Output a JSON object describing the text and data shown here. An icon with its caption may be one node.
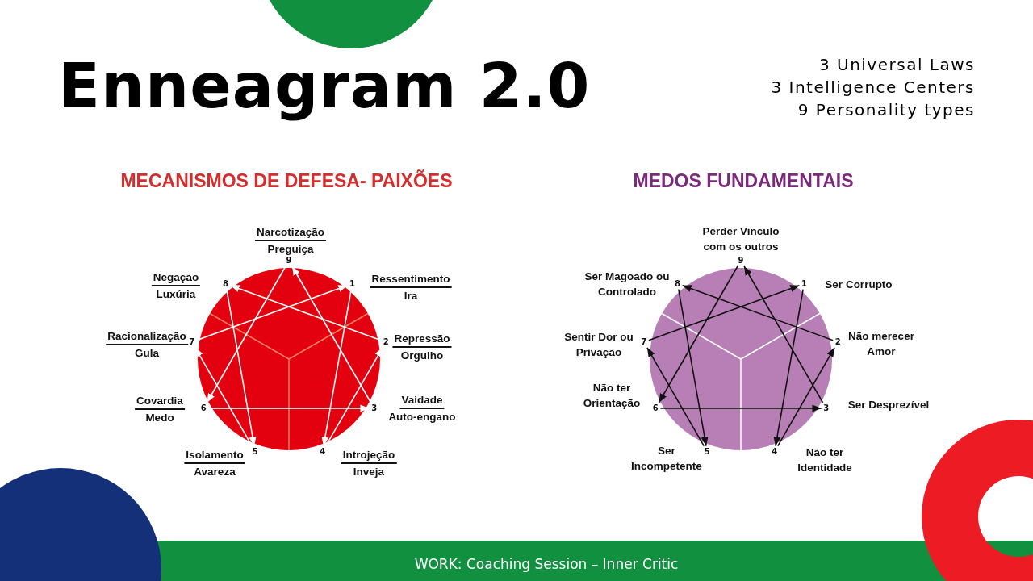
{
  "diagram": {
    "title": "Enneagram 2.0",
    "nodes": [
      {
        "text": [
          "9"
        ],
        "beside": [
          "Narcotização",
          "Preguiça"
        ]
      },
      {
        "text": [
          "1"
        ],
        "beside": [
          "Ressentimento",
          "Ira"
        ]
      },
      {
        "text": [
          "2"
        ],
        "beside": [
          "Repressão",
          "Orgulho"
        ]
      },
      {
        "text": [
          "3"
        ],
        "beside": [
          "Vaidade",
          "Auto-engano"
        ]
      },
      {
        "text": [
          "4"
        ],
        "beside": [
          "Introjeção",
          "Inveja"
        ]
      },
      {
        "text": [
          "5"
        ],
        "beside": [
          "Isolamento",
          "Avareza"
        ]
      },
      {
        "text": [
          "6"
        ],
        "beside": [
          "Covardia",
          "Medo"
        ]
      },
      {
        "text": [
          "7"
        ],
        "beside": [
          "Racionalização",
          "Gula"
        ]
      },
      {
        "text": [
          "8"
        ],
        "beside": [
          "Negação",
          "Luxúria"
        ]
      },
      {
        "text": [
          "9"
        ],
        "beside": [
          "Perder Vinculo com os outros"
        ]
      },
      {
        "text": [
          "1"
        ],
        "beside": [
          "Ser Corrupto"
        ]
      },
      {
        "text": [
          "2"
        ],
        "beside": [
          "Não merecer Amor"
        ]
      },
      {
        "text": [
          "3"
        ],
        "beside": [
          "Ser Desprezível"
        ]
      },
      {
        "text": [
          "4"
        ],
        "beside": [
          "Não ter Identidade"
        ]
      },
      {
        "text": [
          "5"
        ],
        "beside": [
          "Ser Incompetente"
        ]
      },
      {
        "text": [
          "6"
        ],
        "beside": [
          "Não ter Orientação"
        ]
      },
      {
        "text": [
          "7"
        ],
        "beside": [
          "Sentir Dor ou Privação"
        ]
      },
      {
        "text": [
          "8"
        ],
        "beside": [
          "Ser Magoado ou Controlado"
        ]
      }
    ],
    "edges": [
      {
        "from": 0,
        "to": 6,
        "arrow": "to"
      },
      {
        "from": 6,
        "to": 3,
        "arrow": "to"
      },
      {
        "from": 3,
        "to": 0,
        "arrow": "to"
      },
      {
        "from": 1,
        "to": 4,
        "arrow": "to"
      },
      {
        "from": 4,
        "to": 2,
        "arrow": "to"
      },
      {
        "from": 2,
        "to": 8,
        "arrow": "to"
      },
      {
        "from": 8,
        "to": 5,
        "arrow": "to"
      },
      {
        "from": 5,
        "to": 7,
        "arrow": "to"
      },
      {
        "from": 7,
        "to": 1,
        "arrow": "to"
      },
      {
        "from": 9,
        "to": 15,
        "arrow": "to",
        "color": "#111111"
      },
      {
        "from": 15,
        "to": 12,
        "arrow": "to",
        "color": "#111111"
      },
      {
        "from": 12,
        "to": 9,
        "arrow": "to",
        "color": "#111111"
      },
      {
        "from": 10,
        "to": 13,
        "arrow": "to",
        "color": "#111111"
      },
      {
        "from": 13,
        "to": 11,
        "arrow": "to",
        "color": "#111111"
      },
      {
        "from": 11,
        "to": 17,
        "arrow": "to",
        "color": "#111111"
      },
      {
        "from": 17,
        "to": 14,
        "arrow": "to",
        "color": "#111111"
      },
      {
        "from": 14,
        "to": 16,
        "arrow": "to",
        "color": "#111111"
      },
      {
        "from": 16,
        "to": 10,
        "arrow": "to",
        "color": "#111111"
      }
    ],
    "labels": [
      "3 Universal Laws",
      "3 Intelligence Centers",
      "9 Personality types",
      "MECANISMOS DE DEFESA- PAIXÕES",
      "MEDOS FUNDAMENTAIS",
      "WORK: Coaching Session – Inner Critic"
    ]
  }
}
